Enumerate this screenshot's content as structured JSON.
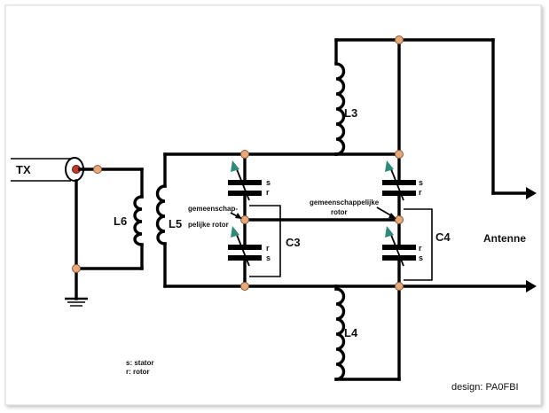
{
  "labels": {
    "tx": "TX",
    "l3": "L3",
    "l4": "L4",
    "l5": "L5",
    "l6": "L6",
    "c3": "C3",
    "c4": "C4",
    "antenne": "Antenne",
    "c3_note_line1": "gemeenschap-",
    "c3_note_line2": "pelijke rotor",
    "c4_note_line1": "gemeenschappelijke",
    "c4_note_line2": "rotor",
    "c3_upper_s": "s",
    "c3_upper_r": "r",
    "c3_lower_r": "r",
    "c3_lower_s": "s",
    "c4_upper_s": "s",
    "c4_upper_r": "r",
    "c4_lower_r": "r",
    "c4_lower_s": "s",
    "legend_stator": "s: stator",
    "legend_rotor": "r: rotor",
    "credit": "design: PA0FBI"
  },
  "colors": {
    "node": "#e8a879",
    "arrow": "#2e8b7a",
    "coax_center": "#c0392b",
    "wire": "#000000"
  }
}
